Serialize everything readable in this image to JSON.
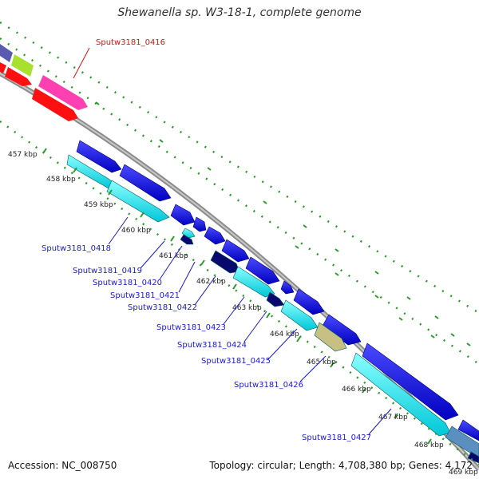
{
  "title": "Shewanella sp. W3-18-1, complete genome",
  "accession": "Accession: NC_008750",
  "topology": "Topology: circular; Length: 4,708,380 bp; Genes: 4,172",
  "kbp_ticks": [
    "457 kbp",
    "458 kbp",
    "459 kbp",
    "460 kbp",
    "461 kbp",
    "462 kbp",
    "463 kbp",
    "464 kbp",
    "465 kbp",
    "466 kbp",
    "467 kbp",
    "468 kbp",
    "469 kbp"
  ],
  "gene_labels": [
    {
      "text": "Sputw3181_0416",
      "color": "#e01010"
    },
    {
      "text": "Sputw3181_0418",
      "color": "#1a1acc"
    },
    {
      "text": "Sputw3181_0419",
      "color": "#1a1acc"
    },
    {
      "text": "Sputw3181_0420",
      "color": "#1a1acc"
    },
    {
      "text": "Sputw3181_0421",
      "color": "#1a1acc"
    },
    {
      "text": "Sputw3181_0422",
      "color": "#1a1acc"
    },
    {
      "text": "Sputw3181_0423",
      "color": "#1a1acc"
    },
    {
      "text": "Sputw3181_0424",
      "color": "#1a1acc"
    },
    {
      "text": "Sputw3181_0425",
      "color": "#1a1acc"
    },
    {
      "text": "Sputw3181_0426",
      "color": "#1a1acc"
    },
    {
      "text": "Sputw3181_0427",
      "color": "#1a1acc"
    }
  ],
  "colors": {
    "blue": "#1010ee",
    "cyan": "#10f0f0",
    "navy": "#08086e",
    "khaki": "#c8bf82",
    "steel": "#5a8fc0",
    "magenta": "#ff40b0",
    "red": "#ff1010",
    "lime": "#a8e030",
    "slate": "#5a5ab0",
    "backbone": "#999999",
    "tick_dot": "#2a9a2a"
  }
}
